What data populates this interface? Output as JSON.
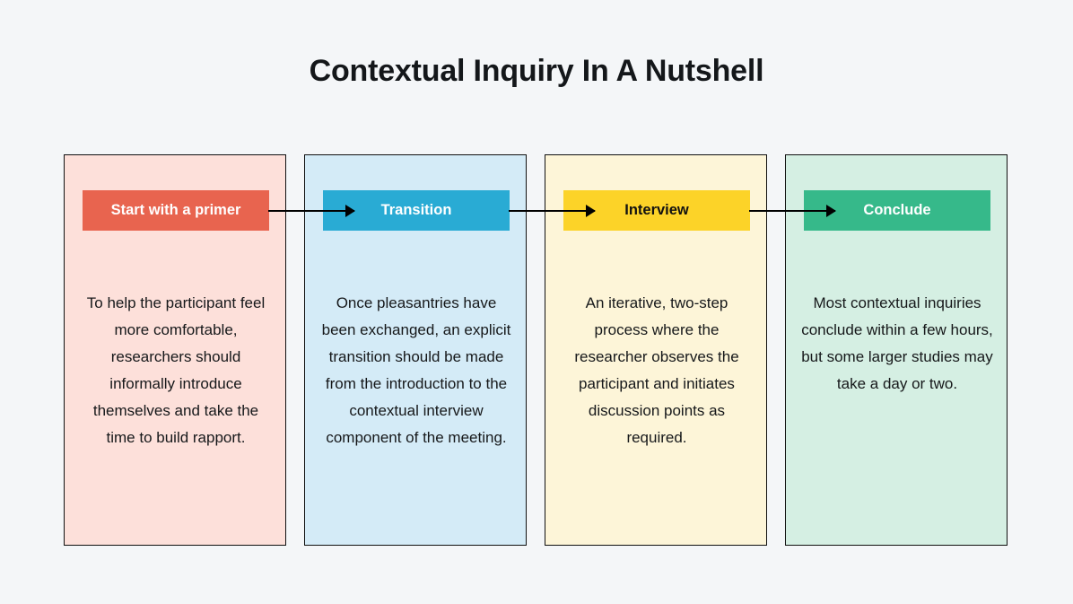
{
  "title": "Contextual Inquiry In A Nutshell",
  "background_color": "#F4F6F8",
  "title_color": "#14171A",
  "arrow_color": "#000000",
  "columns": [
    {
      "step": 1,
      "label": "Start with a primer",
      "body": "To help the participant feel more comfortable, researchers should informally introduce themselves and take the time to build rapport.",
      "header_color": "#E8644F",
      "header_text_color": "#FFFFFF",
      "panel_color": "#FDE0DA",
      "border_color": "#111111",
      "has_incoming_arrow": false,
      "has_outgoing_arrow": true
    },
    {
      "step": 2,
      "label": "Transition",
      "body": "Once pleasantries have been exchanged, an explicit transition should be made from the introduction to the contextual interview component of the meeting.",
      "header_color": "#29ABD4",
      "header_text_color": "#FFFFFF",
      "panel_color": "#D4EBF7",
      "border_color": "#111111",
      "has_incoming_arrow": true,
      "has_outgoing_arrow": true
    },
    {
      "step": 3,
      "label": "Interview",
      "body": "An iterative, two-step process where the researcher observes the participant and initiates discussion points as required.",
      "header_color": "#FCD328",
      "header_text_color": "#111111",
      "panel_color": "#FDF5D8",
      "border_color": "#111111",
      "has_incoming_arrow": true,
      "has_outgoing_arrow": true
    },
    {
      "step": 4,
      "label": "Conclude",
      "body": "Most contextual inquiries conclude within a few hours, but some larger studies may take a day or two.",
      "header_color": "#36B98A",
      "header_text_color": "#FFFFFF",
      "panel_color": "#D5EFE3",
      "border_color": "#111111",
      "has_incoming_arrow": true,
      "has_outgoing_arrow": false
    }
  ]
}
